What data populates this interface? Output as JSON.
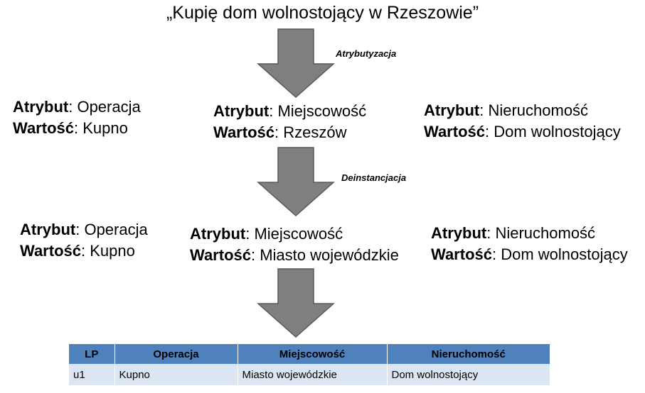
{
  "title": "„Kupię dom wolnostojący w Rzeszowie”",
  "step_labels": {
    "first": "Atrybutyzacja",
    "second": "Deinstancjacja"
  },
  "row1": [
    {
      "attr_key": "Atrybut",
      "attr_value": "Operacja",
      "val_key": "Wartość",
      "val_value": "Kupno"
    },
    {
      "attr_key": "Atrybut",
      "attr_value": "Miejscowość",
      "val_key": "Wartość",
      "val_value": "Rzeszów"
    },
    {
      "attr_key": "Atrybut",
      "attr_value": "Nieruchomość",
      "val_key": "Wartość",
      "val_value": "Dom wolnostojący"
    }
  ],
  "row2": [
    {
      "attr_key": "Atrybut",
      "attr_value": "Operacja",
      "val_key": "Wartość",
      "val_value": "Kupno"
    },
    {
      "attr_key": "Atrybut",
      "attr_value": "Miejscowość",
      "val_key": "Wartość",
      "val_value": "Miasto wojewódzkie"
    },
    {
      "attr_key": "Atrybut",
      "attr_value": "Nieruchomość",
      "val_key": "Wartość",
      "val_value": "Dom wolnostojący"
    }
  ],
  "table": {
    "headers": [
      "LP",
      "Operacja",
      "Miejscowość",
      "Nieruchomość"
    ],
    "rows": [
      [
        "u1",
        "Kupno",
        "Miasto wojewódzkie",
        "Dom wolnostojący"
      ]
    ]
  },
  "colors": {
    "arrow": "#7f7f7f",
    "header_bg": "#4f81bd",
    "row_bg": "#dce6f2"
  }
}
